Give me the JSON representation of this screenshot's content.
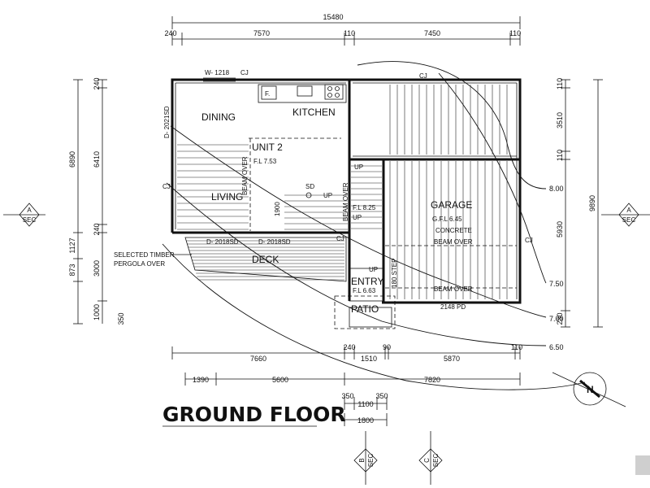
{
  "title": "GROUND FLOOR",
  "dimensions": {
    "top_total": "15480",
    "top_segments": [
      "240",
      "7570",
      "110",
      "7450",
      "110"
    ],
    "bottom_row1": [
      "7660",
      "240",
      "1510",
      "90",
      "5870",
      "110"
    ],
    "bottom_row2": [
      "1390",
      "5600",
      "7820"
    ],
    "bottom_row3": [
      "350",
      "1100",
      "350"
    ],
    "bottom_row4": "1800",
    "left_outer": [
      "6890",
      "1127",
      "873",
      "1000",
      "350"
    ],
    "left_inner": [
      "240",
      "6410",
      "240",
      "3000"
    ],
    "right_inner": [
      "110",
      "3510",
      "110",
      "5930",
      "230"
    ],
    "right_outer": "9890"
  },
  "rooms": {
    "dining": "DINING",
    "kitchen": "KITCHEN",
    "unit": "UNIT 2",
    "unit_fl": "F.L 7.53",
    "living": "LIVING",
    "garage": "GARAGE",
    "garage_fl": "G.F.L 6.45",
    "concrete": "CONCRETE",
    "deck": "DECK",
    "entry": "ENTRY",
    "entry_fl": "F.L 6.63",
    "patio": "PATIO",
    "stair_fl": "F.L 8.25"
  },
  "annotations": {
    "window_top": "W- 1218",
    "cj_1": "CJ",
    "cj_2": "CJ",
    "cj_left": "CJ",
    "cj_deck": "CJ",
    "cj_right": "CJ",
    "fridge": "F.",
    "door_left": "D- 2021SD",
    "door_deck1": "D- 2018SD",
    "door_deck2": "D- 2018SD",
    "beam_over_v1": "BEAM OVER",
    "beam_over_v2": "BEAM OVER",
    "beam_over_1": "BEAM OVER",
    "beam_over_2": "BEAM OVER",
    "sd": "SD",
    "up_1": "UP",
    "up_2": "UP",
    "up_3": "UP",
    "up_4": "UP",
    "stair_1900": "1900",
    "step": "180 STEP",
    "garage_door": "2148 PD",
    "pergola_1": "SELECTED TIMBER",
    "pergola_2": "PERGOLA OVER"
  },
  "contours": [
    "8.00",
    "7.50",
    "7.00",
    "6.50"
  ],
  "section_markers": {
    "left": {
      "letter": "A",
      "label": "SEC"
    },
    "right": {
      "letter": "A",
      "label": "SEC"
    },
    "b": {
      "letter": "B",
      "label": "SEC"
    },
    "c": {
      "letter": "C",
      "label": "SEC"
    }
  },
  "north_label": "N"
}
